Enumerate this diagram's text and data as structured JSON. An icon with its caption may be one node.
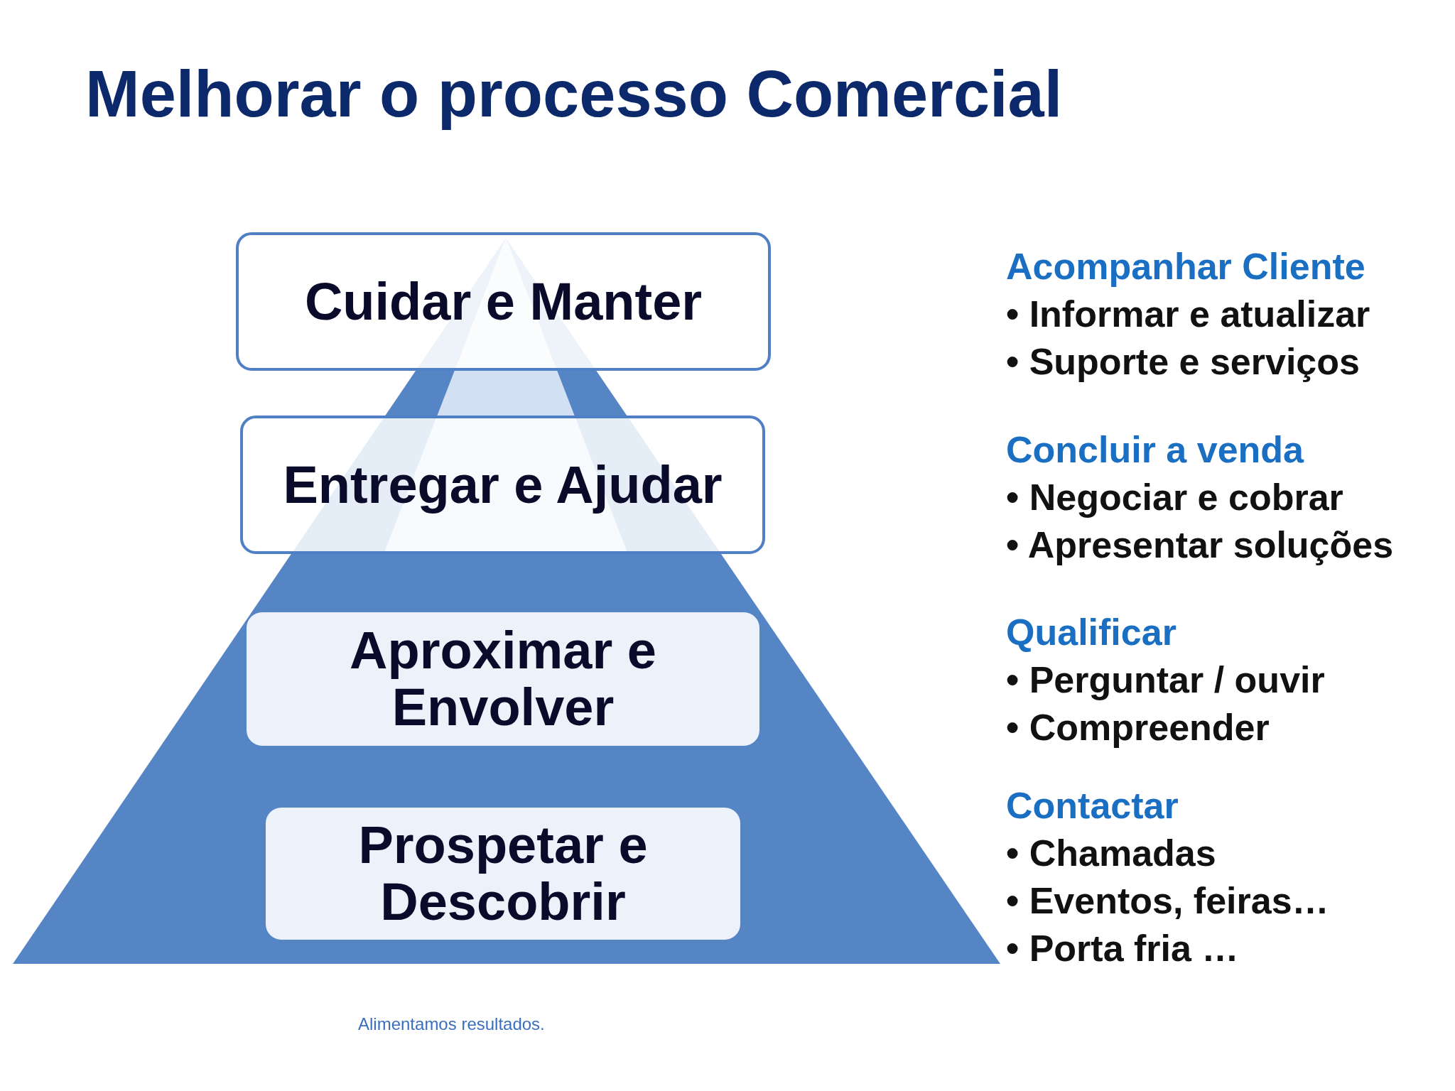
{
  "diagram": {
    "title": "Melhorar o processo Comercial",
    "nodes": [
      {
        "text": [
          "Cuidar e Manter"
        ]
      },
      {
        "text": [
          "Entregar e Ajudar"
        ]
      },
      {
        "text": [
          "Aproximar e Envolver"
        ]
      },
      {
        "text": [
          "Prospetar e Descobrir"
        ]
      }
    ],
    "labels": [
      "Acompanhar Cliente",
      "• Informar e atualizar",
      "• Suporte e serviços",
      "Concluir a venda",
      "• Negociar e cobrar",
      "• Apresentar soluções",
      "Qualificar",
      "• Perguntar / ouvir",
      "• Compreender",
      "Contactar",
      "• Chamadas",
      "• Eventos, feiras…",
      "• Porta fria …",
      "Alimentamos resultados."
    ]
  }
}
